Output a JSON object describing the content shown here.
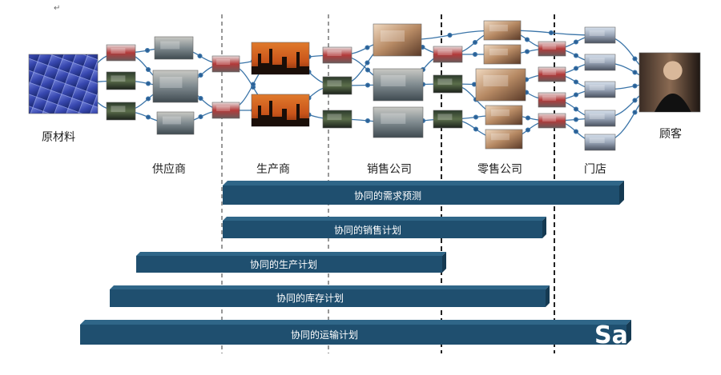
{
  "stages": [
    {
      "id": "raw",
      "label": "原材料"
    },
    {
      "id": "supplier",
      "label": "供应商"
    },
    {
      "id": "manufacturer",
      "label": "生产商"
    },
    {
      "id": "sales",
      "label": "销售公司"
    },
    {
      "id": "retail",
      "label": "零售公司"
    },
    {
      "id": "store",
      "label": "门店"
    },
    {
      "id": "customer",
      "label": "顾客"
    }
  ],
  "plans": [
    {
      "id": "demand",
      "label": "协同的需求预测"
    },
    {
      "id": "sales",
      "label": "协同的销售计划"
    },
    {
      "id": "production",
      "label": "协同的生产计划"
    },
    {
      "id": "inventory",
      "label": "协同的库存计划"
    },
    {
      "id": "transport",
      "label": "协同的运输计划"
    }
  ],
  "logo_fragment": "Sa",
  "corner_mark": "↵",
  "colors": {
    "bar_front": "#1f4f6f",
    "bar_top": "#2f6688",
    "bar_side": "#153a52",
    "connector": "#3a74a8",
    "node_dot": "#2b5f95",
    "divider": "#555555",
    "divider_bold": "#222222"
  }
}
